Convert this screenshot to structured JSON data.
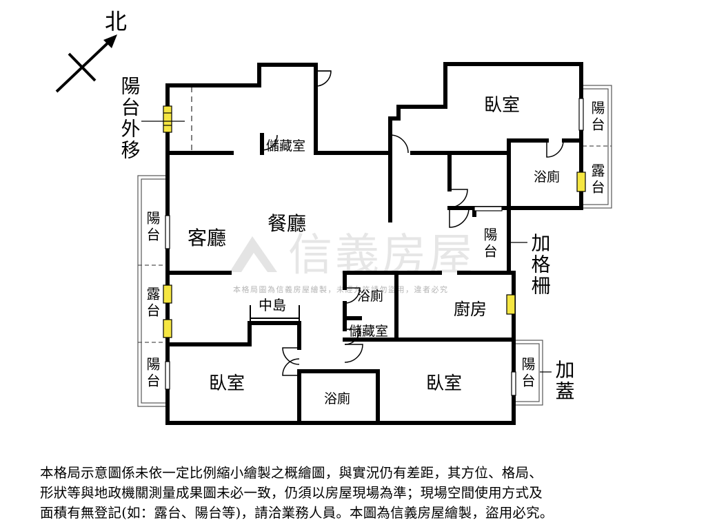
{
  "compass": {
    "label": "北"
  },
  "rooms": {
    "living_room": "客廳",
    "dining_room": "餐廳",
    "island": "中島",
    "kitchen": "廚房",
    "bedroom_master": "臥室",
    "bedroom_left": "臥室",
    "bedroom_right": "臥室",
    "bath_master": "浴廁",
    "bath_center": "浴廁",
    "bath_bottom": "浴廁",
    "storage_top": "儲藏室",
    "storage_center": "儲藏室"
  },
  "balconies": {
    "left_upper": "陽台",
    "left_terrace": "露台",
    "left_lower": "陽台",
    "right_top": "陽台",
    "right_terrace": "露台",
    "kitchen_side": "陽台",
    "right_bottom": "陽台"
  },
  "annotations": {
    "balcony_moved_out": "陽台外移",
    "added_grille": "加格柵",
    "added_roof": "加蓋"
  },
  "watermark": {
    "brand": "信義房屋",
    "caption": "本格局圖為信義房屋繪製，未經允許請勿盜用，違者必究"
  },
  "disclaimer": {
    "lines": [
      "本格局示意圖係未依一定比例縮小繪製之概繪圖，與實況仍有差距，其方位、格局、",
      "形狀等與地政機關測量成果圖未必一致，仍須以房屋現場為準；現場空間使用方式及",
      "面積有無登記(如：露台、陽台等)，請洽業務人員。本圖為信義房屋繪製，盜用必究。"
    ]
  }
}
